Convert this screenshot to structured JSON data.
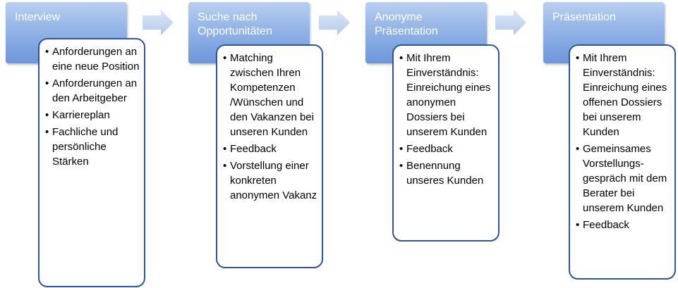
{
  "steps": [
    {
      "title": "Interview",
      "items": [
        "Anforderungen an eine neue Position",
        "Anforderungen an den Arbeitgeber",
        "Karriereplan",
        "Fachliche und persönliche Stärken"
      ]
    },
    {
      "title": "Suche nach Opportunitäten",
      "items": [
        "Matching zwischen Ihren Kompetenzen /Wünschen und den Vakanzen bei unseren Kunden",
        "Feedback",
        "Vorstellung einer konkreten anonymen Vakanz"
      ]
    },
    {
      "title": "Anonyme Präsentation",
      "items": [
        "Mit Ihrem Einverständnis: Einreichung eines anonymen Dossiers bei unserem Kunden",
        "Feedback",
        "Benennung unseres Kunden"
      ]
    },
    {
      "title": "Präsentation",
      "items": [
        "Mit Ihrem Einverständnis: Einreichung eines offenen Dossiers bei unserem Kunden",
        "Gemeinsames Vorstellungs-gespräch mit dem Berater bei unserem Kunden",
        "Feedback"
      ]
    }
  ],
  "colors": {
    "header_top": "#b9cff0",
    "header_bottom": "#6c97db",
    "card_border": "#2f5597",
    "arrow": "#c9d9f2"
  }
}
